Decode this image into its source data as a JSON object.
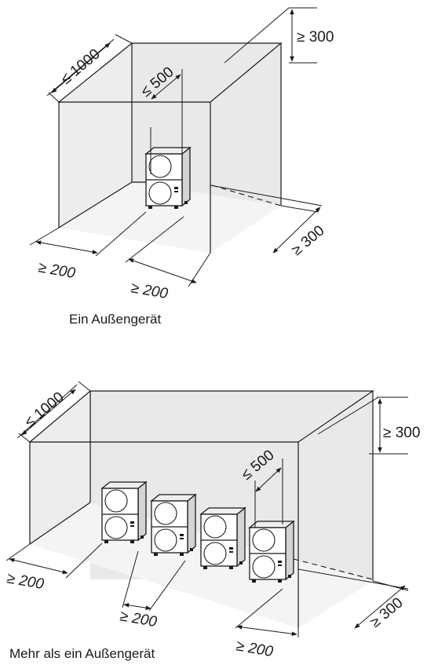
{
  "diagram_1": {
    "caption": "Ein Außengerät",
    "labels": {
      "depth_max": "≤ 1000",
      "side_max": "≤ 500",
      "top_min": "≥ 300",
      "right_min": "≥ 300",
      "front_left_min": "≥ 200",
      "front_right_min": "≥ 200"
    }
  },
  "diagram_2": {
    "caption": "Mehr als ein Außengerät",
    "labels": {
      "depth_max": "≤ 1000",
      "side_max": "≤ 500",
      "top_min": "≥ 300",
      "right_min": "≥ 300",
      "left_min": "≥ 200",
      "between_min": "≥ 200",
      "front_right_min": "≥ 200"
    }
  }
}
